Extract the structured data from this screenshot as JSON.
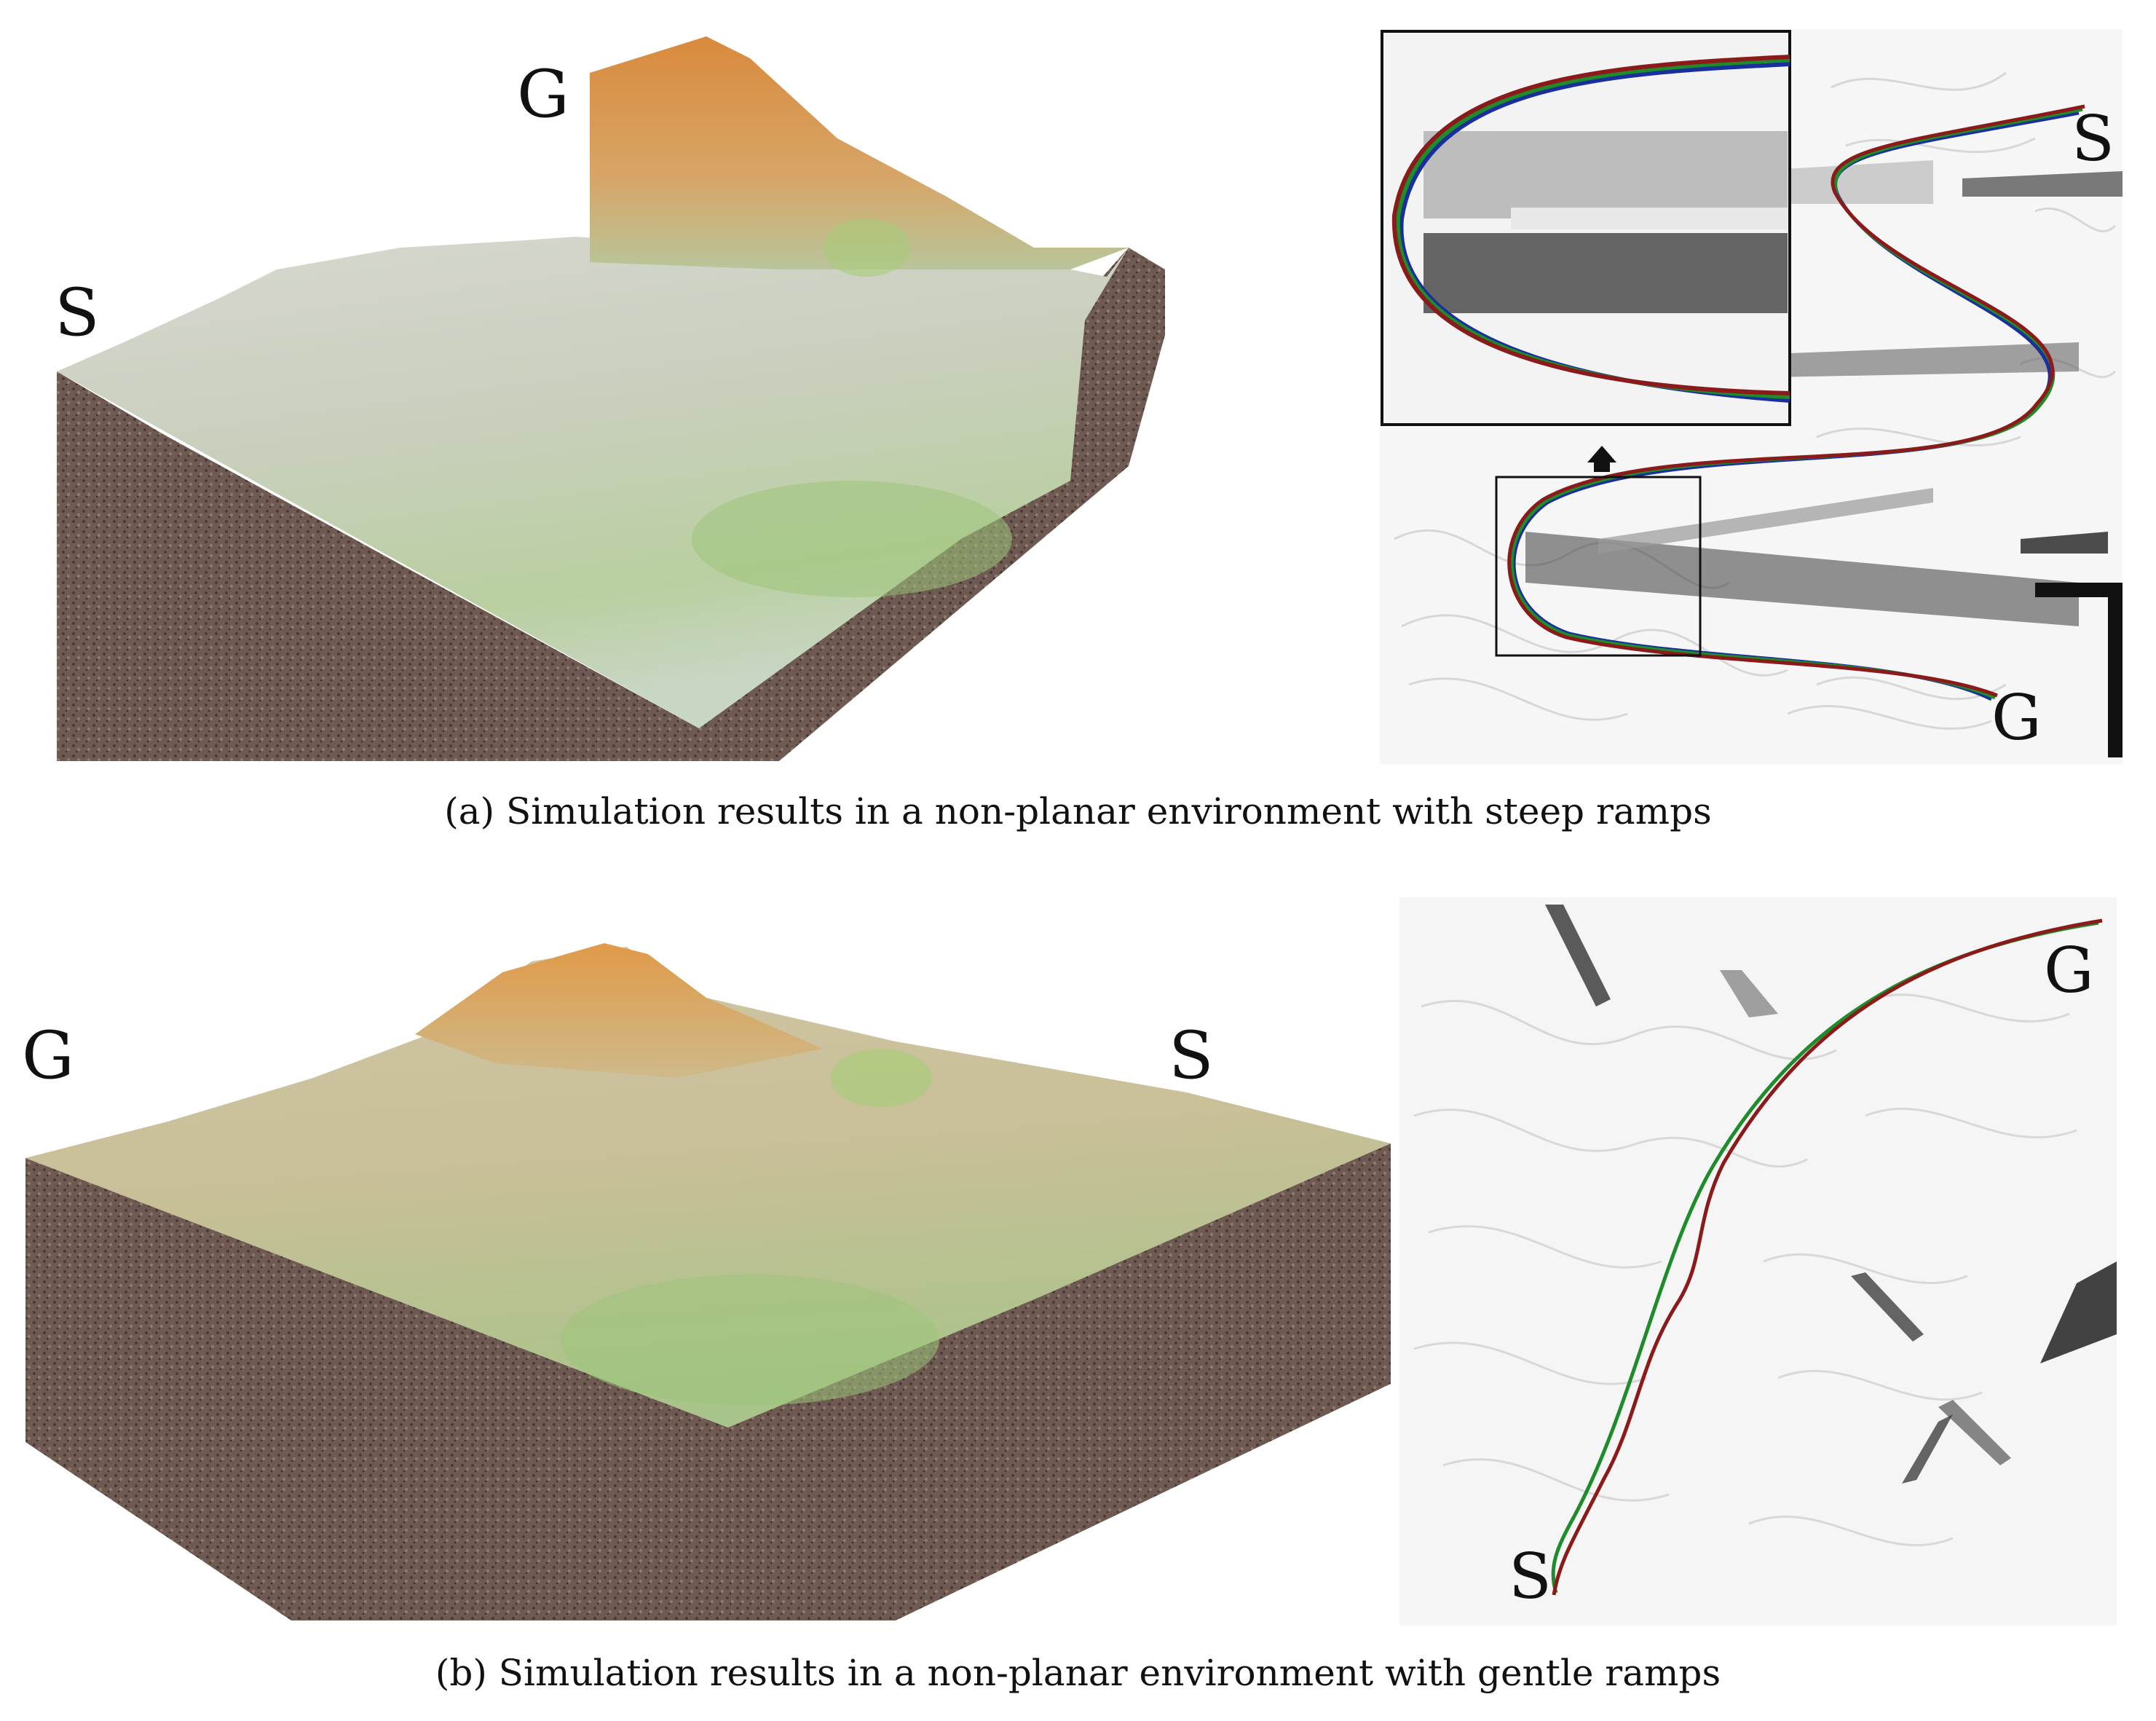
{
  "figure_a": {
    "terrain_labels": {
      "start": "S",
      "goal": "G"
    },
    "map_labels": {
      "start": "S",
      "goal": "G"
    },
    "caption": "(a)  Simulation results in a non-planar environment with steep ramps"
  },
  "figure_b": {
    "terrain_labels": {
      "start": "S",
      "goal": "G"
    },
    "map_labels": {
      "start": "S",
      "goal": "G"
    },
    "caption": "(b)  Simulation results in a non-planar environment with gentle ramps"
  },
  "colors": {
    "path_red": "#8b1a1a",
    "path_green": "#1e8c2a",
    "path_blue": "#1a2f9c",
    "rock": "#6f5a52",
    "grass": "#a6c98a",
    "peak": "#d9904a"
  }
}
